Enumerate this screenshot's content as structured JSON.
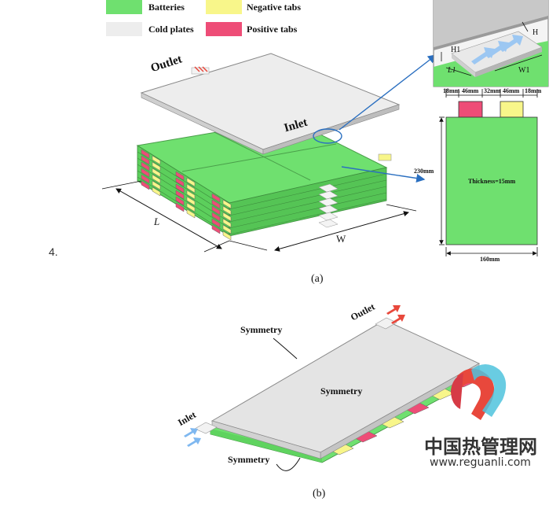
{
  "legend": {
    "items": [
      {
        "label": "Batteries",
        "color": "#6FE06F"
      },
      {
        "label": "Cold plates",
        "color": "#EDEDED"
      },
      {
        "label": "Negative tabs",
        "color": "#F8F68A"
      },
      {
        "label": "Positive tabs",
        "color": "#EE4D77"
      }
    ]
  },
  "list_number": "4.",
  "fig_a": {
    "caption": "(a)",
    "outlet_label": "Outlet",
    "inlet_label": "Inlet",
    "dim_L": "L",
    "dim_W": "W",
    "inset": {
      "label_H": "H",
      "label_H1": "H1",
      "label_L1": "L1",
      "label_W1": "W1"
    },
    "cell": {
      "dim_top": [
        "18mm",
        "46mm",
        "32mm",
        "46mm",
        "18mm"
      ],
      "height": "230mm",
      "width": "160mm",
      "thickness": "Thickness=15mm"
    }
  },
  "fig_b": {
    "caption": "(b)",
    "outlet_label": "Outlet",
    "inlet_label": "Inlet",
    "symmetry_top": "Symmetry",
    "symmetry_center": "Symmetry",
    "symmetry_bottom": "Symmetry"
  },
  "watermark": {
    "chinese": "中国热管理网",
    "url": "www.reguanli.com"
  },
  "colors": {
    "battery": "#6FE06F",
    "cold_plate": "#EDEDED",
    "negative_tab": "#F8F68A",
    "positive_tab": "#EE4D77",
    "inlet_arrow": "#7FB8F0",
    "outlet_arrow": "#E8483C",
    "callout_line": "#2A6FC0"
  }
}
